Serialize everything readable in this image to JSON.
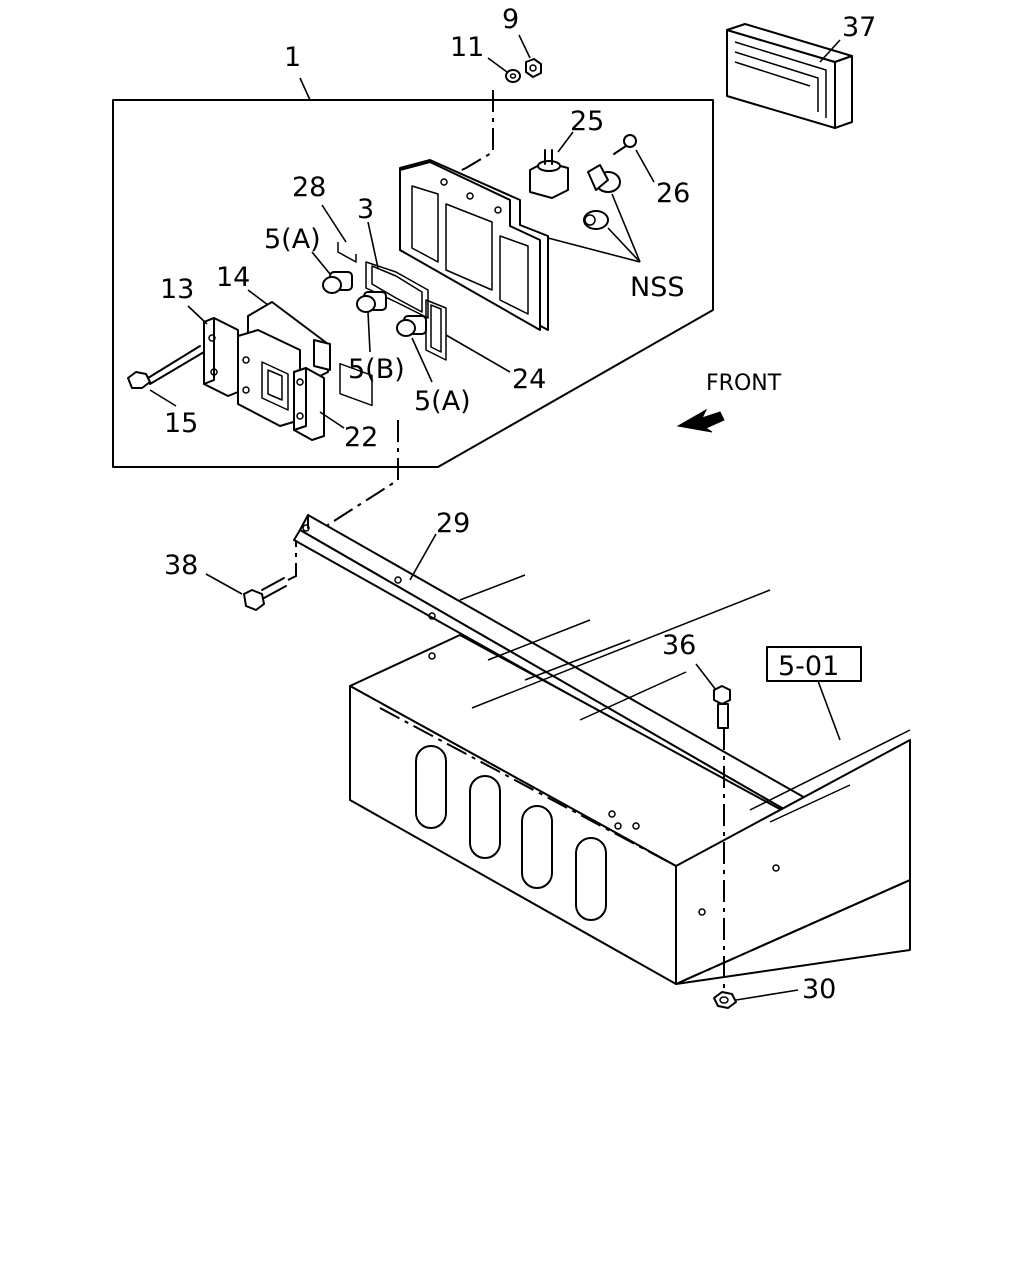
{
  "callouts": {
    "c1": "1",
    "c3": "3",
    "c5a_top": "5(A)",
    "c5a_bottom": "5(A)",
    "c5b": "5(B)",
    "c9": "9",
    "c11": "11",
    "c13": "13",
    "c14": "14",
    "c15": "15",
    "c22": "22",
    "c24": "24",
    "c25": "25",
    "c26": "26",
    "c28": "28",
    "c29": "29",
    "c30": "30",
    "c36": "36",
    "c37": "37",
    "c38": "38",
    "nss": "NSS"
  },
  "direction_label": "FRONT",
  "reference_box": "5-01"
}
